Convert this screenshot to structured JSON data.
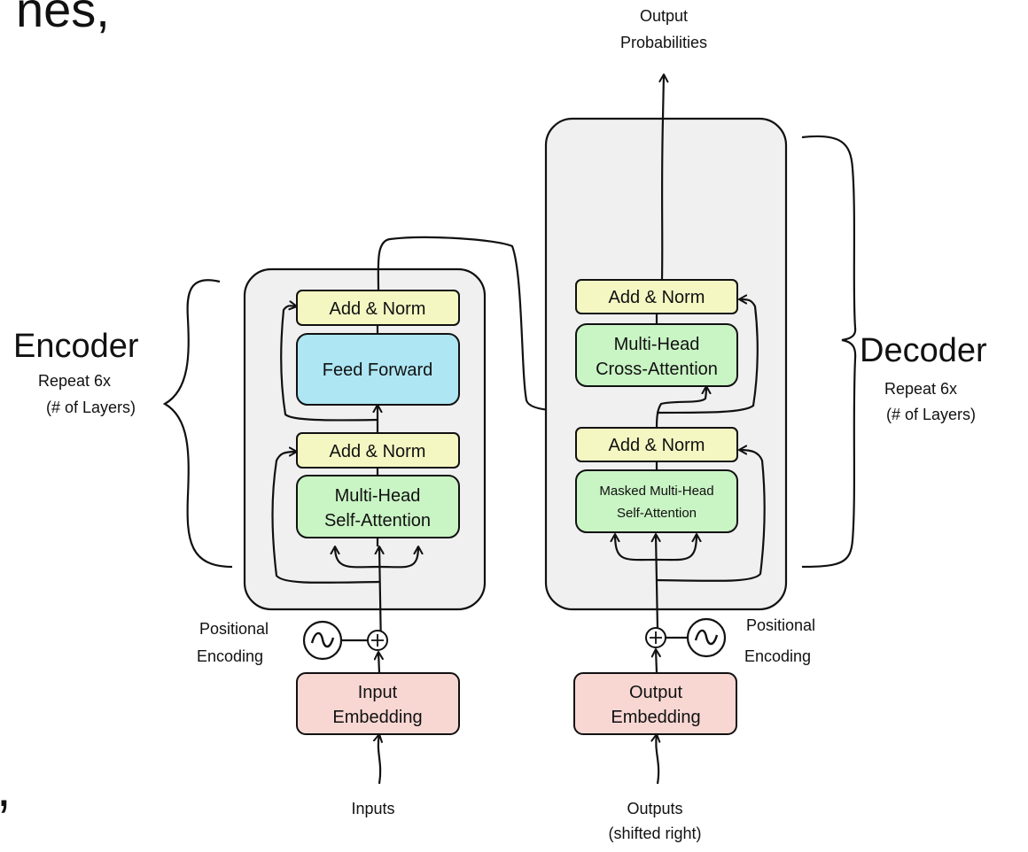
{
  "header": {
    "cropped_text": "nes,"
  },
  "edge_text": {
    "left_bottom": ","
  },
  "encoder": {
    "title": "Encoder",
    "repeat_line1": "Repeat 6x",
    "repeat_line2": "(# of Layers)",
    "add_norm_top": "Add & Norm",
    "feed_forward": "Feed Forward",
    "add_norm_bottom": "Add & Norm",
    "attn_line1": "Multi-Head",
    "attn_line2": "Self-Attention",
    "pos_enc_line1": "Positional",
    "pos_enc_line2": "Encoding",
    "embed_line1": "Input",
    "embed_line2": "Embedding",
    "input_label": "Inputs"
  },
  "decoder": {
    "title": "Decoder",
    "repeat_line1": "Repeat 6x",
    "repeat_line2": "(# of Layers)",
    "add_norm_top": "Add & Norm",
    "cross_line1": "Multi-Head",
    "cross_line2": "Cross-Attention",
    "add_norm_bottom": "Add & Norm",
    "masked_line1": "Masked Multi-Head",
    "masked_line2": "Self-Attention",
    "pos_enc_line1": "Positional",
    "pos_enc_line2": "Encoding",
    "embed_line1": "Output",
    "embed_line2": "Embedding",
    "output_line1": "Outputs",
    "output_line2": "(shifted right)",
    "probs_line1": "Output",
    "probs_line2": "Probabilities"
  },
  "colors": {
    "stack_fill": "#f0f0f0",
    "add_norm": "#f4f7c2",
    "attention": "#c9f4c4",
    "feed_forward": "#aee6f3",
    "embedding": "#f8d7d3",
    "line": "#111111"
  },
  "icons": {
    "sum": "circled-plus-icon",
    "positional": "sine-wave-icon"
  }
}
